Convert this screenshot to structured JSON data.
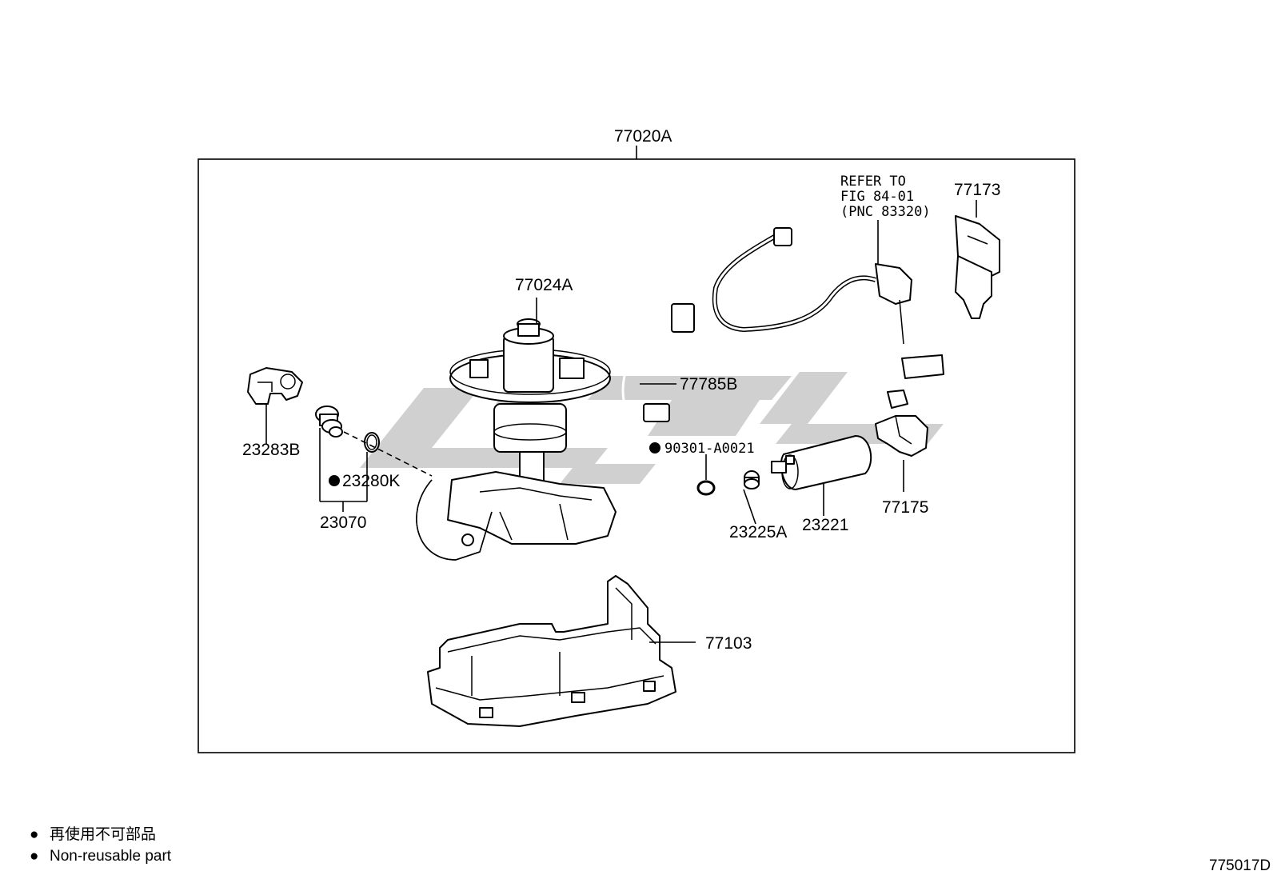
{
  "assembly": {
    "label": "77020A"
  },
  "refer_note": [
    "REFER TO",
    "FIG 84-01",
    "(PNC 83320)"
  ],
  "parts": {
    "p77173": "77173",
    "p77024A": "77024A",
    "p77785B": "77785B",
    "p23283B": "23283B",
    "p90301": "90301-A0021",
    "p23280K": "23280K",
    "p23070": "23070",
    "p23225A": "23225A",
    "p23221": "23221",
    "p77175": "77175",
    "p77103": "77103"
  },
  "legend": {
    "bullet_symbol": "●",
    "line_jp": "再使用不可部品",
    "line_en": "Non-reusable part"
  },
  "figure_code": "775017D",
  "colors": {
    "line": "#000000",
    "background": "#ffffff",
    "watermark": "#c8c8c8"
  }
}
